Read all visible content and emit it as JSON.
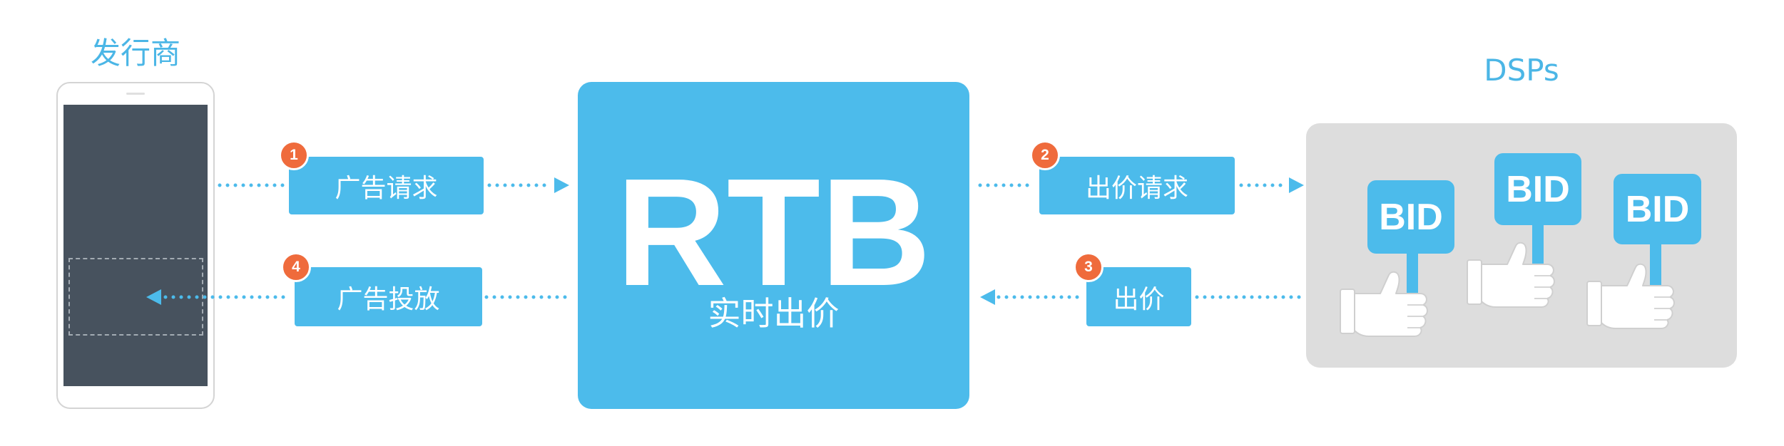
{
  "publisher": {
    "title": "发行商"
  },
  "rtb": {
    "title": "RTB",
    "subtitle": "实时出价"
  },
  "dsps": {
    "title": "DSPs",
    "bids": [
      "BID",
      "BID",
      "BID"
    ]
  },
  "steps": [
    {
      "number": "1",
      "label": "广告请求"
    },
    {
      "number": "2",
      "label": "出价请求"
    },
    {
      "number": "3",
      "label": "出价"
    },
    {
      "number": "4",
      "label": "广告投放"
    }
  ],
  "colors": {
    "accent": "#4cbbeb",
    "title_text": "#4bb6e6",
    "badge": "#ef6b3c",
    "dsp_panel": "#dddddd",
    "phone_screen": "#47525e"
  },
  "icons": {
    "publisher_device": "smartphone-icon",
    "bidder": "thumbs-up-hand-icon",
    "flow_arrow": "dotted-arrow-icon"
  }
}
